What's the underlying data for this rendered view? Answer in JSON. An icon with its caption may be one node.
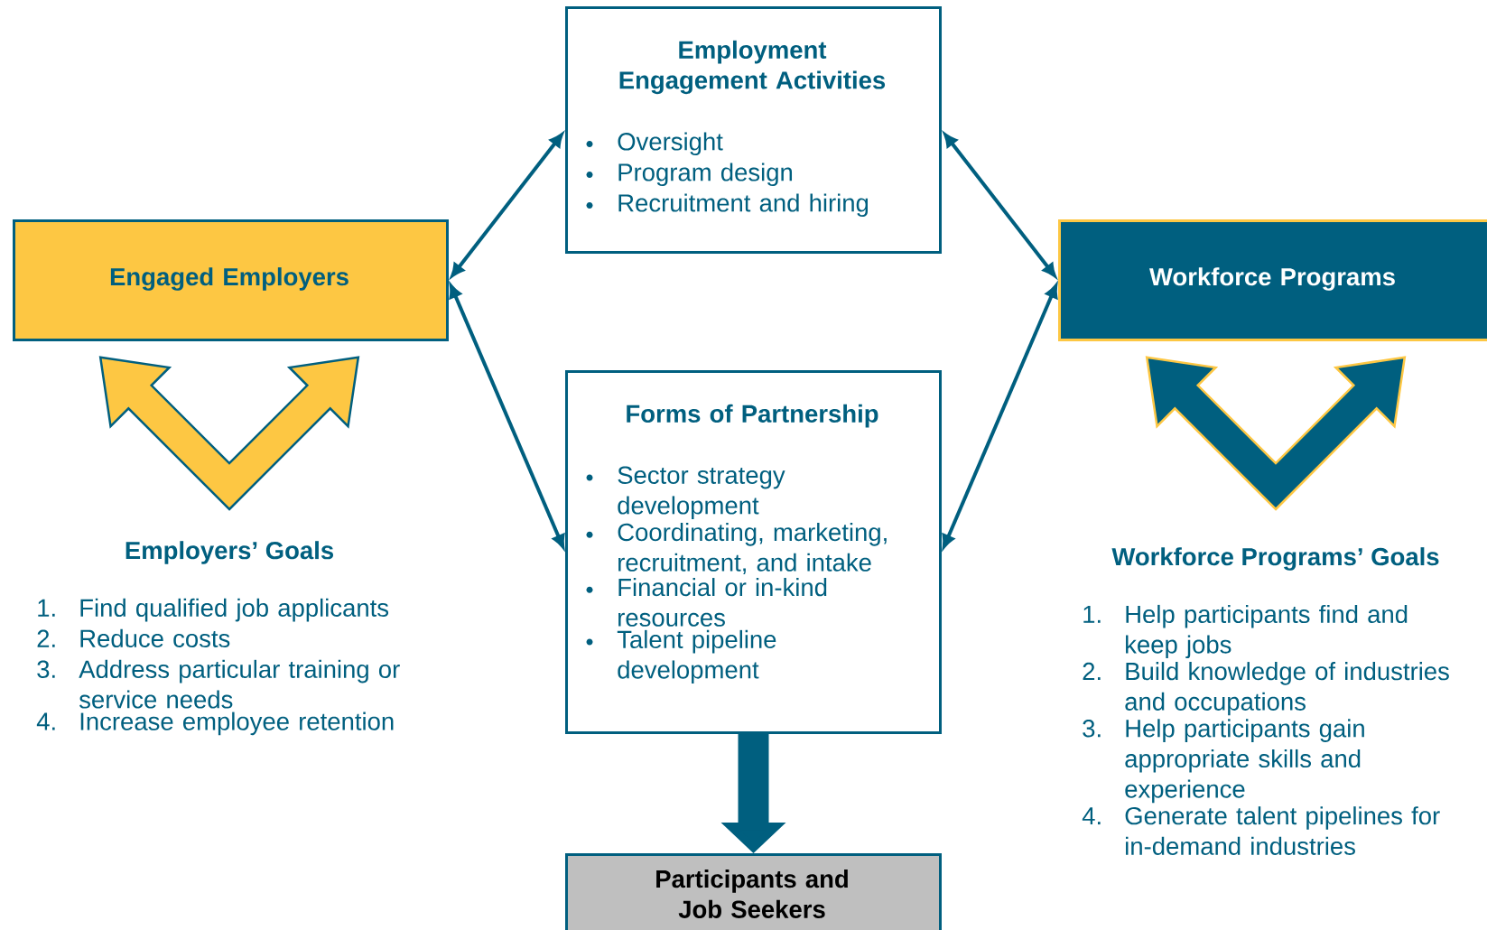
{
  "diagram": {
    "nodes": [
      {
        "text": [
          "Employment Engagement Activities",
          "Oversight",
          "Program design",
          "Recruitment and hiring"
        ]
      },
      {
        "text": [
          "Engaged Employers"
        ]
      },
      {
        "text": [
          "Workforce Programs"
        ]
      },
      {
        "text": [
          "Forms of Partnership",
          "Sector strategy development",
          "Coordinating, marketing, recruitment, and intake",
          "Financial or in-kind resources",
          "Talent pipeline development"
        ]
      },
      {
        "text": [
          "Participants and Job Seekers"
        ]
      }
    ],
    "edges": [
      {
        "from": 1,
        "to": 0,
        "arrow": "both"
      },
      {
        "from": 1,
        "to": 3,
        "arrow": "both"
      },
      {
        "from": 2,
        "to": 0,
        "arrow": "both"
      },
      {
        "from": 2,
        "to": 3,
        "arrow": "both"
      },
      {
        "from": 3,
        "to": 4,
        "arrow": "to",
        "style": "thick"
      }
    ],
    "labels": [
      "Employers’ Goals",
      "1.",
      "Find qualified job applicants",
      "2.",
      "Reduce costs",
      "3.",
      "Address particular training or service needs",
      "4.",
      "Increase employee retention",
      "Workforce Programs’ Goals",
      "1.",
      "Help participants find and keep jobs",
      "2.",
      "Build knowledge of industries and occupations",
      "3.",
      "Help participants gain appropriate skills and experience",
      "4.",
      "Generate talent pipelines for in-demand industries"
    ]
  }
}
